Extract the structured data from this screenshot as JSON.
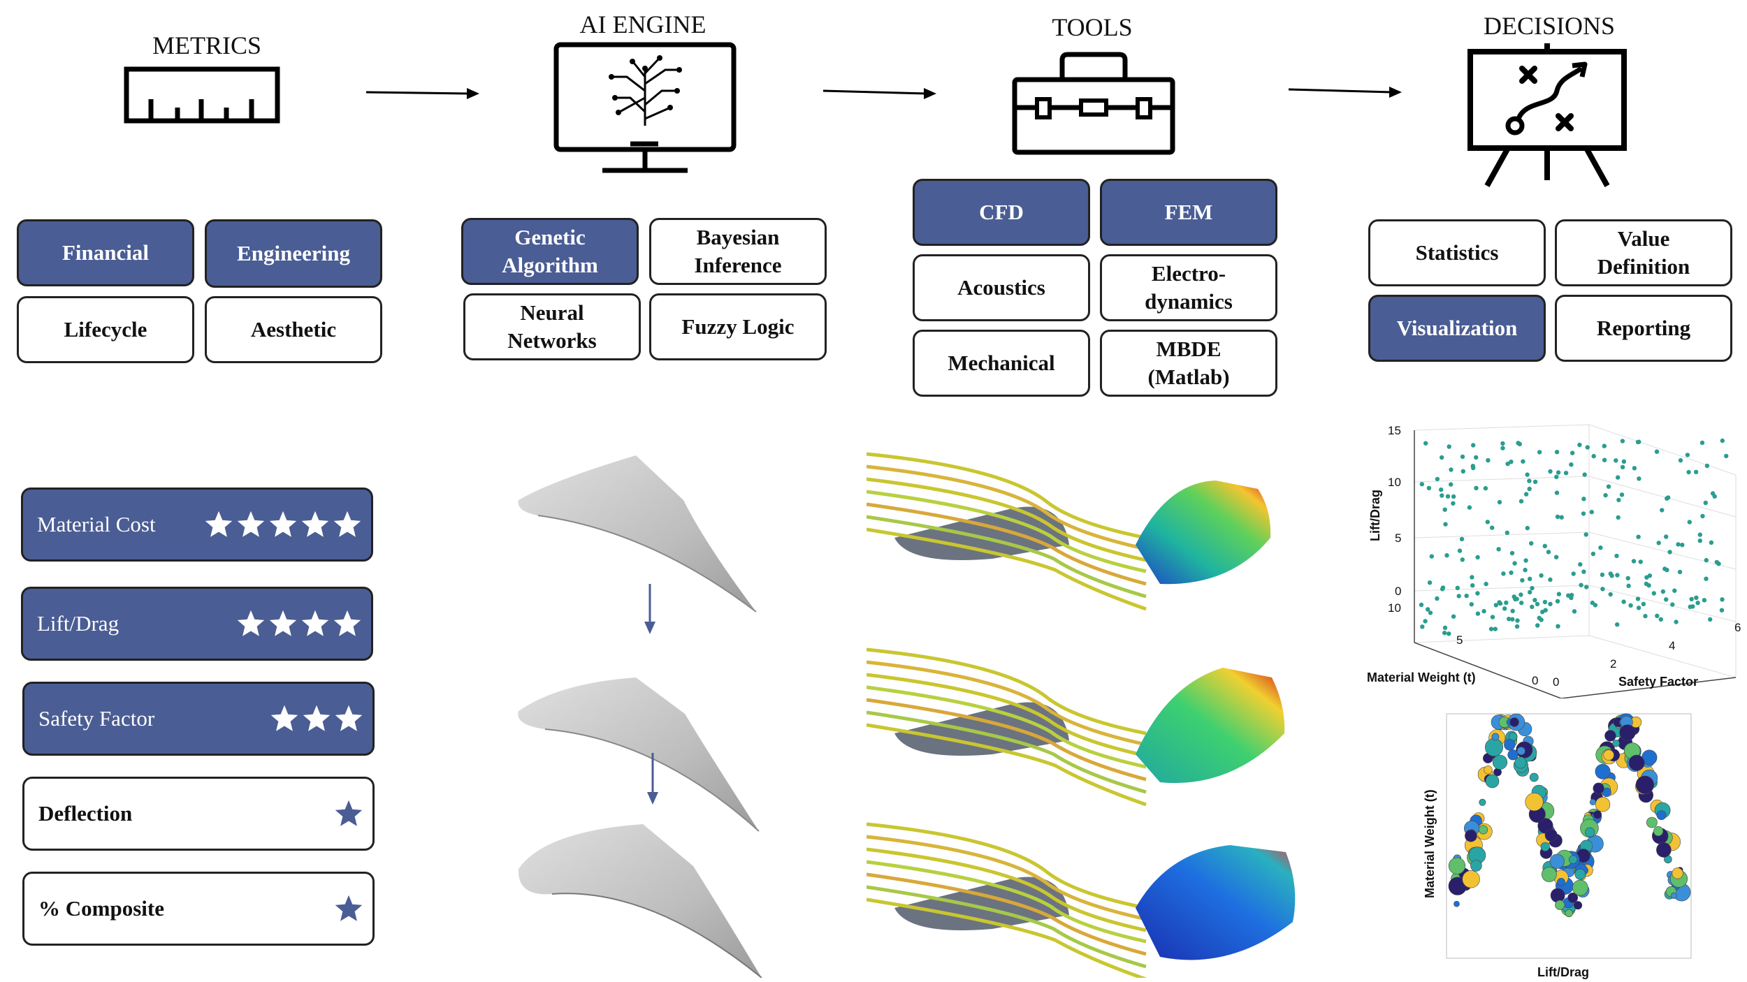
{
  "columns": {
    "metrics": {
      "title": "METRICS",
      "chips": [
        {
          "label": "Financial",
          "filled": true
        },
        {
          "label": "Engineering",
          "filled": true
        },
        {
          "label": "Lifecycle",
          "filled": false
        },
        {
          "label": "Aesthetic",
          "filled": false
        }
      ]
    },
    "ai_engine": {
      "title": "AI ENGINE",
      "chips": [
        {
          "label": "Genetic Algorithm",
          "filled": true
        },
        {
          "label": "Bayesian Inference",
          "filled": false
        },
        {
          "label": "Neural Networks",
          "filled": false
        },
        {
          "label": "Fuzzy Logic",
          "filled": false
        }
      ]
    },
    "tools": {
      "title": "TOOLS",
      "chips": [
        {
          "label": "CFD",
          "filled": true
        },
        {
          "label": "FEM",
          "filled": true
        },
        {
          "label": "Acoustics",
          "filled": false
        },
        {
          "label": "Electro-dynamics",
          "filled": false
        },
        {
          "label": "Mechanical",
          "filled": false
        },
        {
          "label": "MBDE (Matlab)",
          "filled": false
        }
      ]
    },
    "decisions": {
      "title": "DECISIONS",
      "chips": [
        {
          "label": "Statistics",
          "filled": false
        },
        {
          "label": "Value Definition",
          "filled": false
        },
        {
          "label": "Visualization",
          "filled": true
        },
        {
          "label": "Reporting",
          "filled": false
        }
      ]
    }
  },
  "weights": [
    {
      "label": "Material Cost",
      "stars": 5,
      "filled": true
    },
    {
      "label": "Lift/Drag",
      "stars": 4,
      "filled": true
    },
    {
      "label": "Safety Factor",
      "stars": 3,
      "filled": true
    },
    {
      "label": "Deflection",
      "stars": 1,
      "filled": false
    },
    {
      "label": "% Composite",
      "stars": 1,
      "filled": false
    }
  ],
  "plot3d": {
    "zlabel": "Lift/Drag",
    "xlabel": "Safety Factor",
    "ylabel": "Material Weight (t)",
    "z_ticks": [
      "15",
      "10",
      "5",
      "0"
    ],
    "x_ticks": [
      "0",
      "2",
      "4",
      "6"
    ],
    "y_ticks": [
      "10",
      "5",
      "0"
    ]
  },
  "plot2d": {
    "xlabel": "Lift/Drag",
    "ylabel": "Material Weight (t)"
  },
  "colors": {
    "accent": "#4a5d94",
    "scatter3d": "#2a9d8f",
    "scatter2d": [
      "#2a1f6b",
      "#1f6fd0",
      "#2aa5a5",
      "#5fbf6a",
      "#f2c233",
      "#3b8fd9"
    ]
  }
}
